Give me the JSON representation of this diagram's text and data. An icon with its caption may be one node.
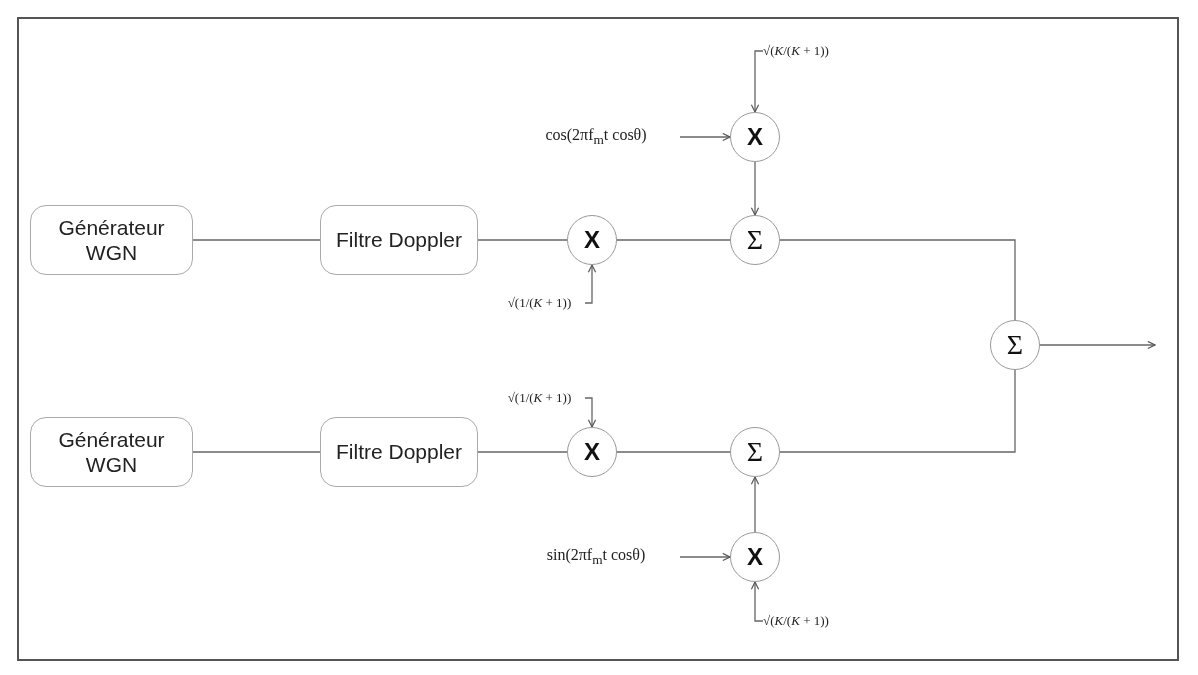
{
  "diagram": {
    "nodes": [
      {
        "text": [
          "Générateur WGN"
        ]
      },
      {
        "text": [
          "Filtre Doppler"
        ]
      },
      {
        "text": [
          "X"
        ]
      },
      {
        "text": [
          "Σ"
        ]
      },
      {
        "text": [
          "X"
        ]
      },
      {
        "text": [
          "cos(2πf$_{m}$t cosθ)"
        ]
      },
      {
        "text": [
          "√(*K*/(*K* + 1))"
        ]
      },
      {
        "text": [
          "√(1/(*K* + 1))"
        ]
      },
      {
        "text": [
          "Σ"
        ]
      },
      {
        "text": [
          "Générateur WGN"
        ]
      },
      {
        "text": [
          "Filtre Doppler"
        ]
      },
      {
        "text": [
          "X"
        ]
      },
      {
        "text": [
          "√(1/(*K* + 1))"
        ]
      },
      {
        "text": [
          "Σ"
        ]
      },
      {
        "text": [
          "X"
        ]
      },
      {
        "text": [
          "sin(2πf$_{m}$t cosθ)"
        ]
      },
      {
        "text": [
          "√(*K*/(*K* + 1))"
        ]
      }
    ],
    "edges": [
      {
        "from": 0,
        "to": 1,
        "arrow": "none"
      },
      {
        "from": 1,
        "to": 2,
        "arrow": "none"
      },
      {
        "from": 2,
        "to": 3,
        "arrow": "none"
      },
      {
        "from": 6,
        "to": 4,
        "arrow": "to"
      },
      {
        "from": 5,
        "to": 4,
        "arrow": "to"
      },
      {
        "from": 4,
        "to": 3,
        "arrow": "to"
      },
      {
        "from": 7,
        "to": 2,
        "arrow": "to"
      },
      {
        "from": 3,
        "to": 8,
        "arrow": "none"
      },
      {
        "from": 8,
        "to": null,
        "arrow": "to"
      },
      {
        "from": 9,
        "to": 10,
        "arrow": "none"
      },
      {
        "from": 10,
        "to": 11,
        "arrow": "none"
      },
      {
        "from": 12,
        "to": 11,
        "arrow": "to"
      },
      {
        "from": 11,
        "to": 13,
        "arrow": "none"
      },
      {
        "from": 14,
        "to": 13,
        "arrow": "to"
      },
      {
        "from": 15,
        "to": 14,
        "arrow": "to"
      },
      {
        "from": 16,
        "to": 14,
        "arrow": "to"
      },
      {
        "from": 13,
        "to": 8,
        "arrow": "none"
      }
    ]
  }
}
